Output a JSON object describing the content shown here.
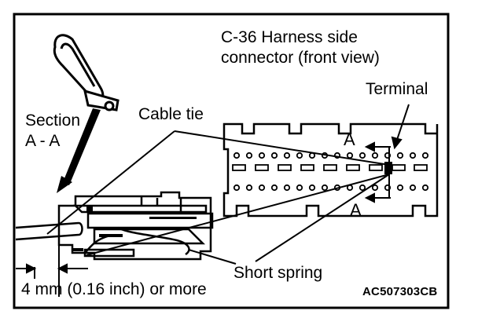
{
  "labels": {
    "connector_title_line1": "C-36 Harness side",
    "connector_title_line2": "connector (front view)",
    "terminal": "Terminal",
    "section_line1": "Section",
    "section_line2": "A - A",
    "cable_tie": "Cable tie",
    "section_mark_top": "A",
    "section_mark_bottom": "A",
    "short_spring": "Short spring",
    "dimension": "4 mm (0.16 inch) or more",
    "figure_code": "AC507303CB"
  },
  "colors": {
    "ink": "#000000",
    "paper": "#ffffff"
  }
}
